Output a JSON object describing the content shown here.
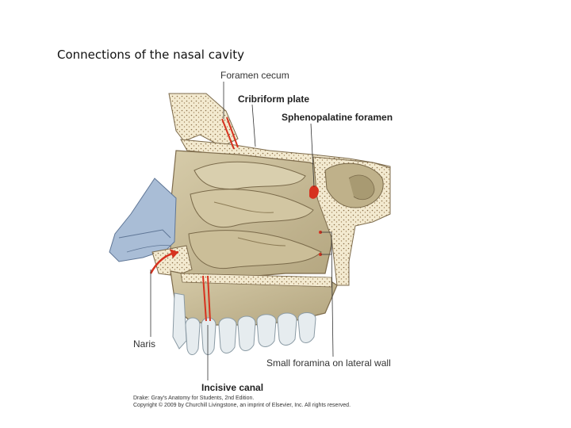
{
  "slide": {
    "title": "Connections of the nasal cavity"
  },
  "labels": {
    "foramen_cecum": "Foramen cecum",
    "cribriform_plate": "Cribriform plate",
    "sphenopalatine_foramen": "Sphenopalatine foramen",
    "naris": "Naris",
    "small_foramina": "Small foramina on lateral wall",
    "incisive_canal": "Incisive canal"
  },
  "credit": {
    "line1": "Drake: Gray's Anatomy for Students, 2nd Edition.",
    "line2": "Copyright © 2009 by Churchill Livingstone, an imprint of Elsevier, Inc. All rights reserved."
  },
  "colors": {
    "bone": "#c9bd9a",
    "bone_dark": "#9a8c68",
    "cartilage": "#a9bdd6",
    "vessel": "#d6321f",
    "cut_surface": "#f3ead0"
  }
}
